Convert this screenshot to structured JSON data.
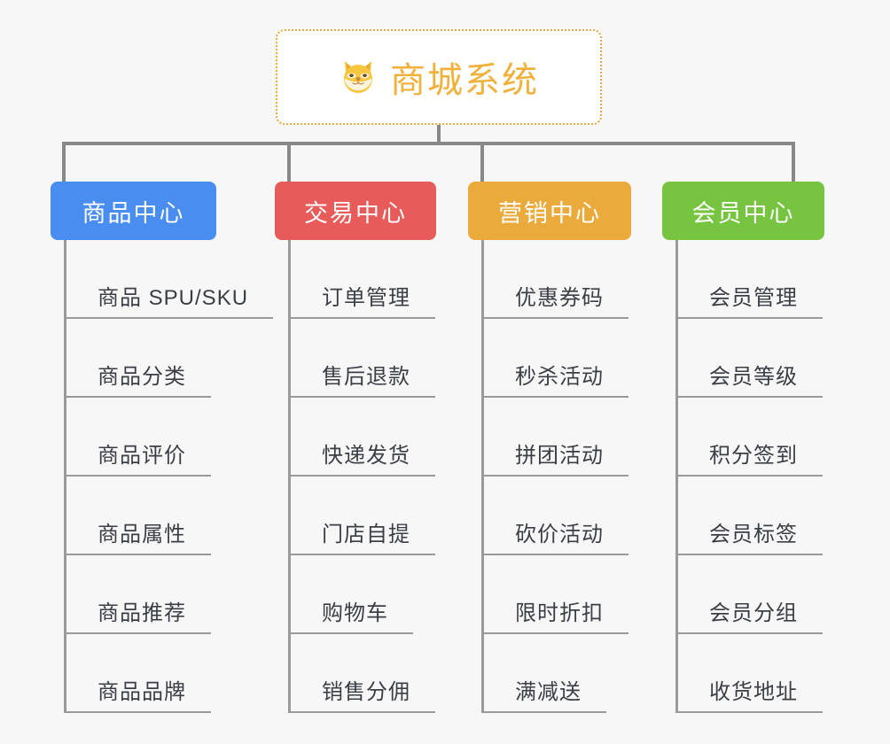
{
  "root": {
    "icon": "shiba-dog-icon",
    "title": "商城系统",
    "border_color": "#e9a93c",
    "title_color": "#f0b23c",
    "background": "#ffffff"
  },
  "canvas": {
    "background": "#f7f7f7",
    "connector_color": "#888888"
  },
  "branches": [
    {
      "label": "商品中心",
      "color": "#4a8df0",
      "items": [
        "商品 SPU/SKU",
        "商品分类",
        "商品评价",
        "商品属性",
        "商品推荐",
        "商品品牌"
      ]
    },
    {
      "label": "交易中心",
      "color": "#e75b5b",
      "items": [
        "订单管理",
        "售后退款",
        "快递发货",
        "门店自提",
        "购物车",
        "销售分佣"
      ]
    },
    {
      "label": "营销中心",
      "color": "#eaab3c",
      "items": [
        "优惠券码",
        "秒杀活动",
        "拼团活动",
        "砍价活动",
        "限时折扣",
        "满减送"
      ]
    },
    {
      "label": "会员中心",
      "color": "#76c43f",
      "items": [
        "会员管理",
        "会员等级",
        "积分签到",
        "会员标签",
        "会员分组",
        "收货地址"
      ]
    }
  ]
}
